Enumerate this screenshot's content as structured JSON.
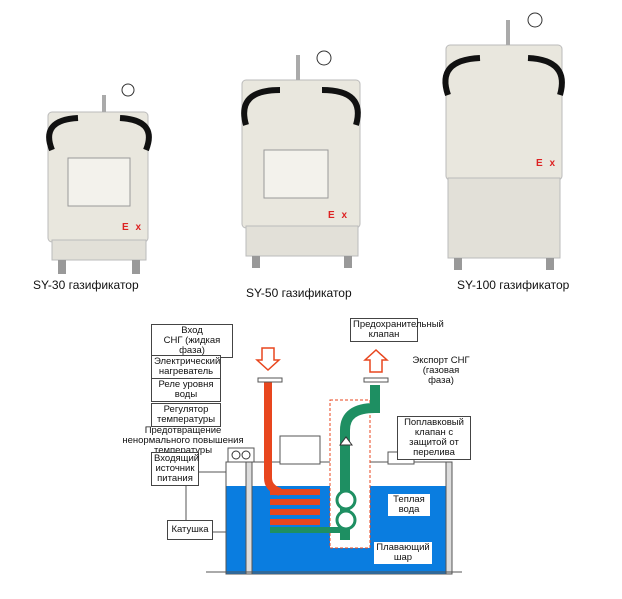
{
  "products": [
    {
      "caption": "SY-30 газификатор",
      "mark": "E x"
    },
    {
      "caption": "SY-50 газификатор",
      "mark": "E x"
    },
    {
      "caption": "SY-100 газификатор",
      "mark": "E x"
    }
  ],
  "diagram": {
    "labels": {
      "inlet": "Вход\nСНГ (жидкая фаза)",
      "heater": "Электрический нагреватель",
      "level_relay": "Реле уровня воды",
      "temp_regulator": "Регулятор температуры",
      "overheat_protection": "Предотвращение ненормального повышения температуры",
      "power_input": "Входящий источник питания",
      "coil": "Катушка",
      "safety_valve": "Предохранительный клапан",
      "export": "Экспорт СНГ (газовая фаза)",
      "float_valve": "Поплавковый клапан с защитой от перелива",
      "warm_water": "Теплая вода",
      "float_ball": "Плавающий шар"
    },
    "colors": {
      "water": "#0a7de0",
      "liquid_pipe": "#e8461e",
      "gas_pipe": "#1e8f62",
      "arrow": "#e8461e"
    }
  }
}
